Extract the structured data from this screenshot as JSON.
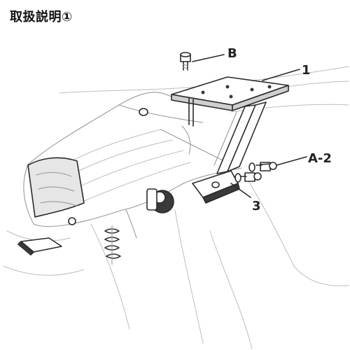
{
  "page": {
    "title": "取扱説明①"
  },
  "callouts": {
    "b": "B",
    "one": "1",
    "a2": "A-2",
    "three": "3"
  },
  "colors": {
    "ink": "#2a2a2a",
    "light_line": "#9a9a9a",
    "background": "#ffffff"
  }
}
